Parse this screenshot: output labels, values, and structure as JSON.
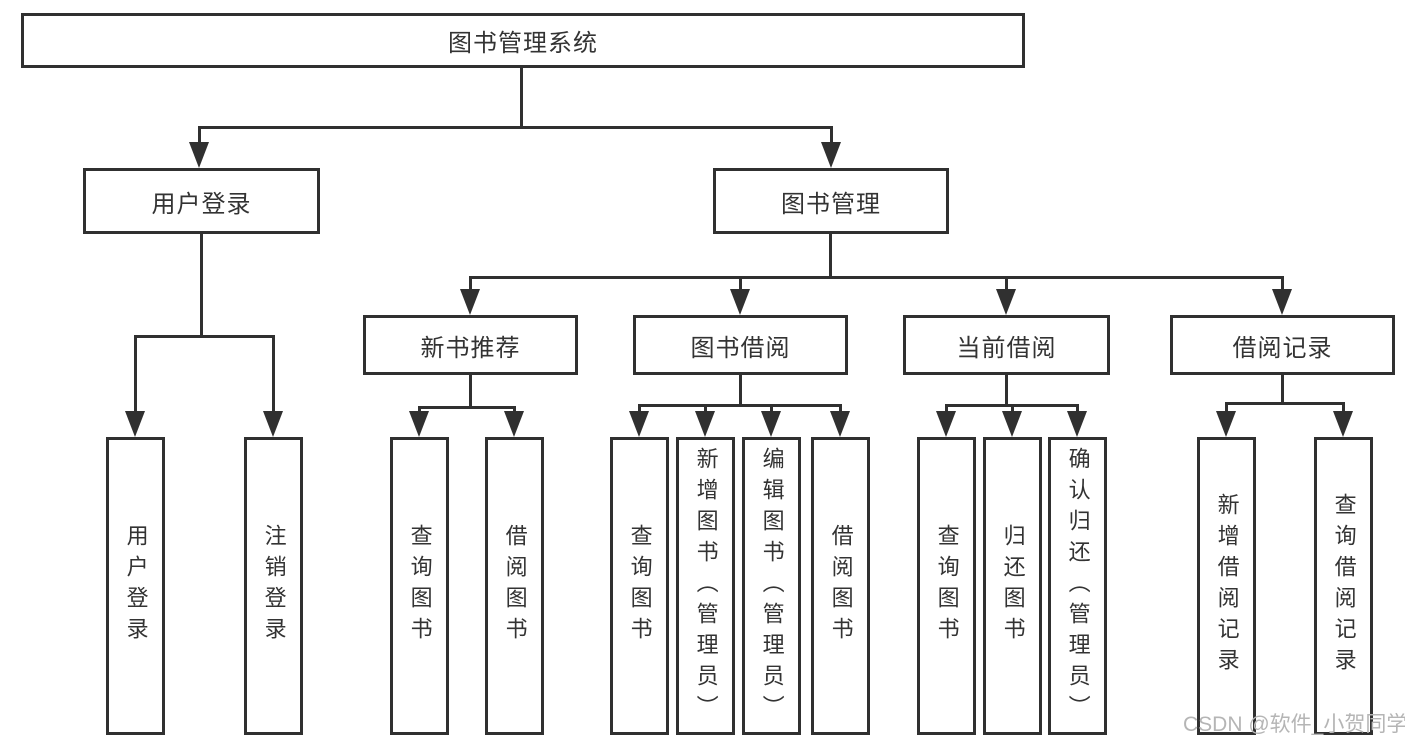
{
  "diagram": {
    "type": "hierarchy",
    "root": {
      "label": "图书管理系统"
    },
    "level2": [
      {
        "label": "用户登录"
      },
      {
        "label": "图书管理"
      }
    ],
    "level3": [
      {
        "label": "新书推荐",
        "parent": "图书管理"
      },
      {
        "label": "图书借阅",
        "parent": "图书管理"
      },
      {
        "label": "当前借阅",
        "parent": "图书管理"
      },
      {
        "label": "借阅记录",
        "parent": "图书管理"
      }
    ],
    "leaves": [
      {
        "label": "用户登录",
        "parent": "用户登录"
      },
      {
        "label": "注销登录",
        "parent": "用户登录"
      },
      {
        "label": "查询图书",
        "parent": "新书推荐"
      },
      {
        "label": "借阅图书",
        "parent": "新书推荐"
      },
      {
        "label": "查询图书",
        "parent": "图书借阅"
      },
      {
        "label": "新增图书（管理员）",
        "parent": "图书借阅"
      },
      {
        "label": "编辑图书（管理员）",
        "parent": "图书借阅"
      },
      {
        "label": "借阅图书",
        "parent": "图书借阅"
      },
      {
        "label": "查询图书",
        "parent": "当前借阅"
      },
      {
        "label": "归还图书",
        "parent": "当前借阅"
      },
      {
        "label": "确认归还（管理员）",
        "parent": "当前借阅"
      },
      {
        "label": "新增借阅记录",
        "parent": "借阅记录"
      },
      {
        "label": "查询借阅记录",
        "parent": "借阅记录"
      }
    ]
  },
  "watermark": {
    "text": "CSDN @软件_小贺同学"
  },
  "colors": {
    "line": "#303030",
    "box_border": "#303030",
    "text": "#333333",
    "watermark": "#b5b5b5",
    "background": "#ffffff"
  }
}
